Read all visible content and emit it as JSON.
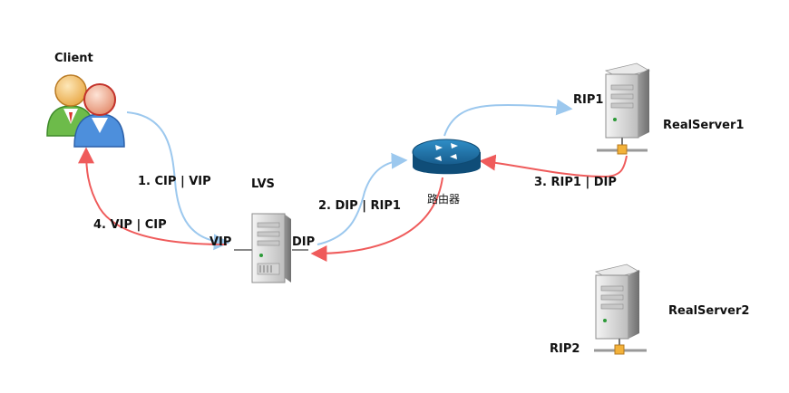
{
  "nodes": {
    "client": "Client",
    "lvs": "LVS",
    "router": "路由器",
    "realserver1": "RealServer1",
    "realserver2": "RealServer2"
  },
  "interfaces": {
    "vip": "VIP",
    "dip": "DIP",
    "rip1": "RIP1",
    "rip2": "RIP2"
  },
  "steps": {
    "step1": "1. CIP | VIP",
    "step2": "2. DIP | RIP1",
    "step3": "3. RIP1 | DIP",
    "step4": "4. VIP | CIP"
  },
  "colors": {
    "request": "#9cc8ee",
    "response": "#ef5b5b",
    "router": "#1a6a9a",
    "server": "#dcdcdc"
  }
}
